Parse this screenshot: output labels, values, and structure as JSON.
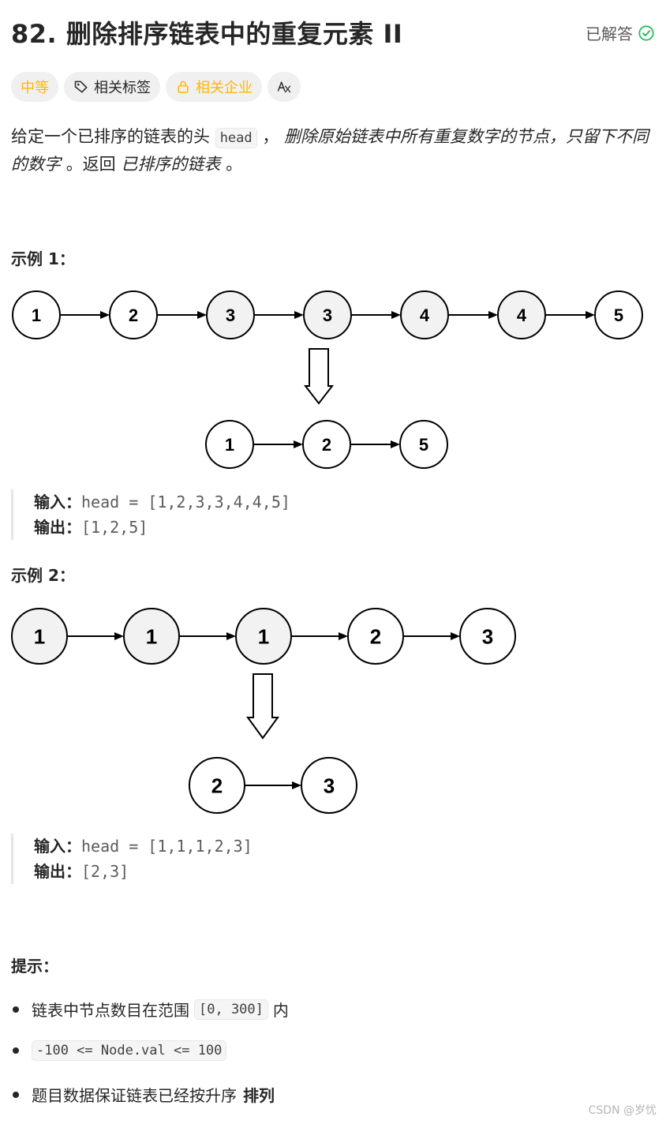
{
  "problem": {
    "title": "82. 删除排序链表中的重复元素 II",
    "status_label": "已解答",
    "colors": {
      "difficulty": "#ffb800",
      "solved_icon": "#2cbb5d"
    }
  },
  "tags": {
    "difficulty": "中等",
    "related_tags": "相关标签",
    "related_companies": "相关企业"
  },
  "description": {
    "p1": "给定一个已排序的链表的头",
    "code_head": "head",
    "p2": "，",
    "em1": "删除原始链表中所有重复数字的节点，只留下不同的数字",
    "p3": "。返回",
    "em2": "已排序的链表",
    "p4": "。"
  },
  "example1": {
    "title": "示例 1：",
    "list_in": [
      "1",
      "2",
      "3",
      "3",
      "4",
      "4",
      "5"
    ],
    "list_out": [
      "1",
      "2",
      "5"
    ],
    "input_label": "输入：",
    "input_value": "head = [1,2,3,3,4,4,5]",
    "output_label": "输出：",
    "output_value": "[1,2,5]"
  },
  "example2": {
    "title": "示例 2：",
    "list_in": [
      "1",
      "1",
      "1",
      "2",
      "3"
    ],
    "list_out": [
      "2",
      "3"
    ],
    "input_label": "输入：",
    "input_value": "head = [1,1,1,2,3]",
    "output_label": "输出：",
    "output_value": "[2,3]"
  },
  "hints": {
    "title": "提示：",
    "h1_text": "链表中节点数目在范围",
    "h1_code": "[0, 300]",
    "h1_suffix": "内",
    "h2_code": "-100 <= Node.val <= 100",
    "h3_text": "题目数据保证链表已经按升序",
    "h3_bold": "排列"
  },
  "watermark": "CSDN @岁忧"
}
